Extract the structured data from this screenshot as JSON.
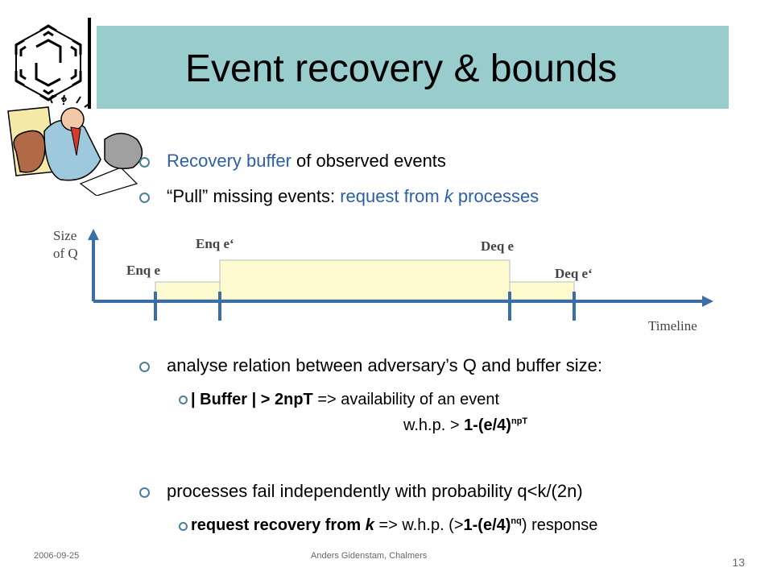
{
  "slide": {
    "title": "Event recovery & bounds",
    "bullets": {
      "b1": {
        "highlight": "Recovery buffer",
        "rest": " of observed events"
      },
      "b2": {
        "lead": "“Pull” missing events: ",
        "highlight": "request from ",
        "k": "k",
        "tail": " processes"
      },
      "b3": {
        "text": "analyse relation between adversary’s Q and buffer size:"
      },
      "b3sub": {
        "bold": "| Buffer | > 2npT",
        "text": "  => availability of an event",
        "line2_pre": "w.h.p. > ",
        "line2_bold": "1-(e/4)",
        "line2_sup": "npT"
      },
      "b4": {
        "text": "processes fail independently  with probability q<k/(2n)"
      },
      "b4sub": {
        "bold_a": "request recovery from ",
        "k": "k",
        "mid": " => w.h.p. (>",
        "bold_b": "1-(e/4)",
        "sup": "nq",
        "tail": ")  response"
      }
    },
    "diagram": {
      "size_label_line1": "Size",
      "size_label_line2": "of Q",
      "timeline_label": "Timeline",
      "enq_e": "Enq e",
      "enq_e2": "Enq e‘",
      "deq_e": "Deq e",
      "deq_e2": "Deq e‘",
      "fill_color": "#fffbd0"
    },
    "footer": {
      "date": "2006-09-25",
      "author": "Anders Gidenstam, Chalmers",
      "page": "13"
    }
  }
}
